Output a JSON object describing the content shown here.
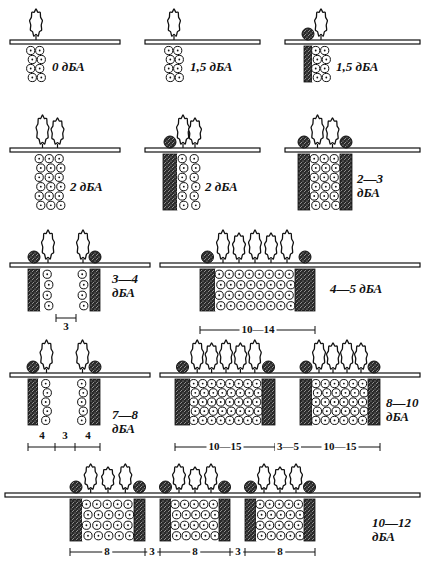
{
  "diagram": {
    "labels": [
      "0 дБА",
      "1,5 дБА",
      "1,5 дБА",
      "2 дБА",
      "2 дБА",
      "2—3 дБА",
      "3—4 дБА",
      "3",
      "4—5 дБА",
      "10—14",
      "7—8 дБА",
      "4",
      "3",
      "4",
      "8—10 дБА",
      "10—15",
      "3—5",
      "10—15",
      "10—12 дБА",
      "8",
      "3",
      "8",
      "3",
      "8"
    ]
  }
}
